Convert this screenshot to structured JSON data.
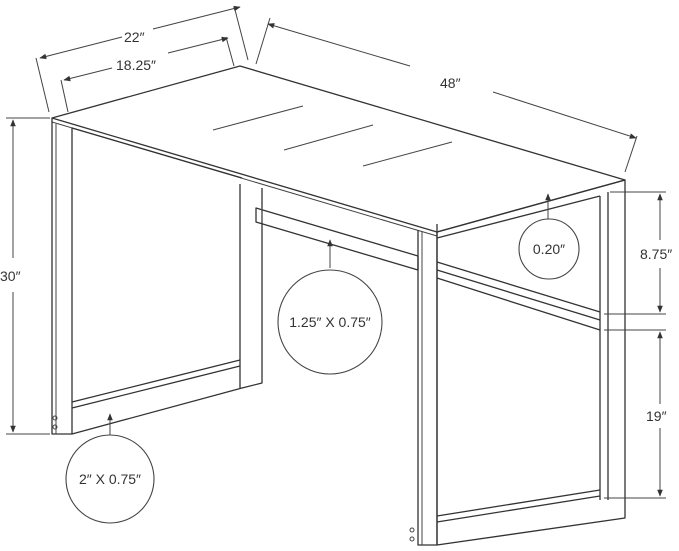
{
  "dimensions": {
    "overall_depth": "22″",
    "top_depth": "18.25″",
    "width": "48″",
    "height": "30″",
    "top_thickness": "0.20″",
    "apron_height": "8.75″",
    "lower_clearance": "19″",
    "crossbar_profile": "1.25″ X 0.75″",
    "leg_profile": "2″ X 0.75″"
  },
  "colors": {
    "line": "#333333",
    "background": "#ffffff"
  }
}
